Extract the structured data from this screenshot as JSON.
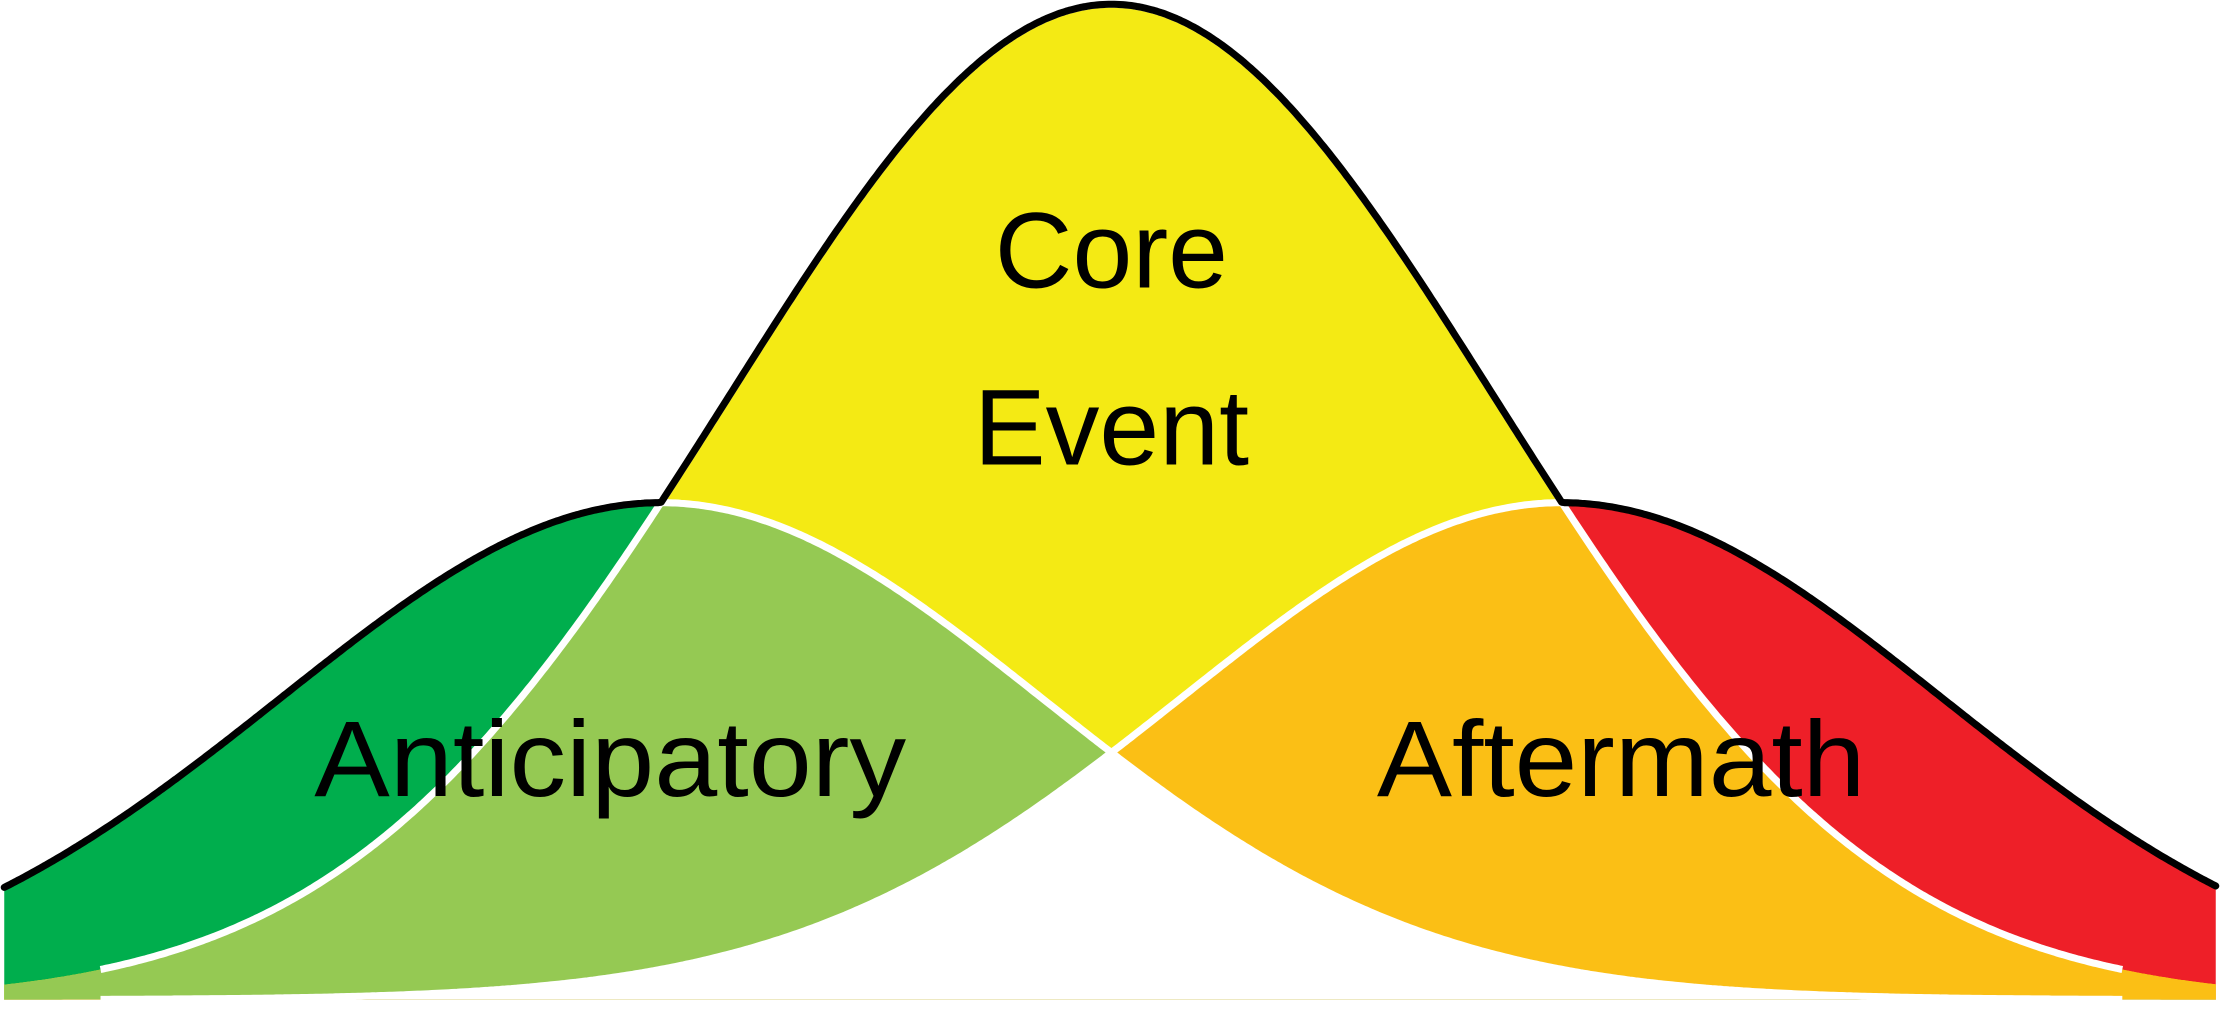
{
  "diagram": {
    "labels": {
      "core_line1": "Core",
      "core_line2": "Event",
      "anticipatory": "Anticipatory",
      "aftermath": "Aftermath"
    },
    "colors": {
      "anticipatory_only": "#00AE4D",
      "anticipatory_overlap": "#95C953",
      "core": "#F4EA14",
      "aftermath_overlap": "#FBBF15",
      "aftermath_only": "#EE1F28",
      "outline": "#000000",
      "divider": "#FFFFFF"
    }
  }
}
